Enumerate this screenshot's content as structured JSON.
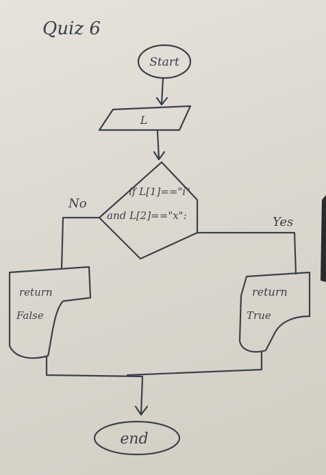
{
  "title": "Quiz 6",
  "nodes": {
    "start": "Start",
    "input": "L",
    "decision_line1": "if L[1]==\"i\"",
    "decision_line2": "and L[2]==\"x\":",
    "no_branch": "No",
    "yes_branch": "Yes",
    "false_line1": "return",
    "false_line2": "False",
    "true_line1": "return",
    "true_line2": "True",
    "end": "end"
  },
  "ink_color": "#3a3f4a"
}
